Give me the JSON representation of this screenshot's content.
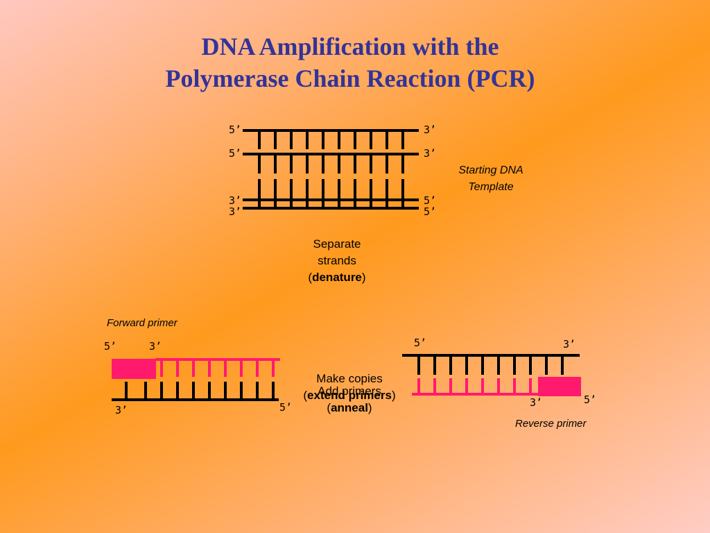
{
  "title": {
    "line1": "DNA Amplification with the",
    "line2": "Polymerase Chain Reaction (PCR)"
  },
  "template": {
    "caption_line1": "Starting DNA",
    "caption_line2": "Template",
    "top_left": "5’",
    "top_right": "3’",
    "mid_left": "5’",
    "mid_right": "3’",
    "low_left": "3’",
    "low_right": "5’",
    "bot_left": "3’",
    "bot_right": "5’"
  },
  "step_denature": {
    "line1": "Separate",
    "line2": "strands",
    "open": "(",
    "bold": "denature",
    "close": ")"
  },
  "step_anneal": {
    "line1": "Add primers",
    "open": "(",
    "bold": "anneal",
    "close": ")"
  },
  "step_extend": {
    "line1": "Make copies",
    "open": "(",
    "bold": "extend primers",
    "close": ")"
  },
  "left_strand": {
    "label": "Forward primer",
    "top_left": "5’",
    "top_right": "3’",
    "bot_left": "3’",
    "bot_right": "5’"
  },
  "right_strand": {
    "label": "Reverse primer",
    "top_left": "5’",
    "top_right": "3’",
    "bot_left": "3’",
    "bot_right": "5’"
  },
  "colors": {
    "title": "#333399",
    "primer": "#ff1a6e",
    "strand": "#000000"
  }
}
